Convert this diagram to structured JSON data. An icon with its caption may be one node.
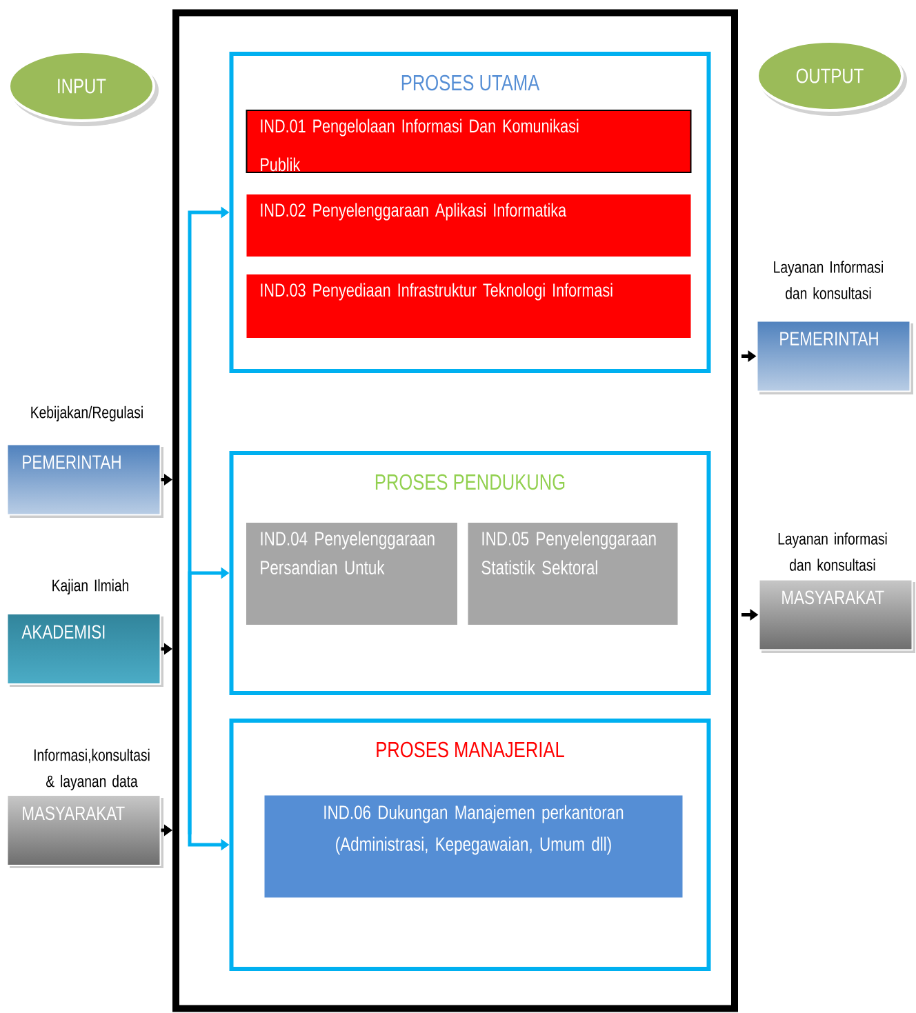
{
  "diagram": {
    "nodes": [
      {
        "text": [
          "INPUT"
        ]
      },
      {
        "text": [
          "OUTPUT"
        ]
      },
      {
        "text": [],
        "shape": "box"
      },
      {
        "text": [
          "PROSES UTAMA"
        ],
        "in": 2
      },
      {
        "text": [
          "IND.01 Pengelolaan Informasi Dan Komunikasi Publik"
        ],
        "in": 3
      },
      {
        "text": [
          "IND.02 Penyelenggaraan Aplikasi Informatika"
        ],
        "in": 3
      },
      {
        "text": [
          "IND.03 Penyediaan Infrastruktur Teknologi Informasi"
        ],
        "in": 3
      },
      {
        "text": [
          "PROSES PENDUKUNG"
        ],
        "in": 2
      },
      {
        "text": [
          "IND.04 Penyelenggaraan Persandian Untuk"
        ],
        "in": 7
      },
      {
        "text": [
          "IND.05 Penyelenggaraan Statistik Sektoral"
        ],
        "in": 7
      },
      {
        "text": [
          "PROSES MANAJERIAL"
        ],
        "in": 2
      },
      {
        "text": [
          "IND.06 Dukungan Manajemen perkantoran (Administrasi, Kepegawaian, Umum dll)"
        ],
        "in": 10
      },
      {
        "text": [
          "PEMERINTAH"
        ],
        "beside": [
          "Kebijakan/Regulasi"
        ]
      },
      {
        "text": [
          "AKADEMISI"
        ],
        "beside": [
          "Kajian Ilmiah"
        ]
      },
      {
        "text": [
          "MASYARAKAT"
        ],
        "beside": [
          "Informasi,konsultasi & layanan data"
        ]
      },
      {
        "text": [
          "PEMERINTAH"
        ],
        "beside": [
          "Layanan Informasi dan konsultasi"
        ]
      },
      {
        "text": [
          "MASYARAKAT"
        ],
        "beside": [
          "Layanan informasi dan konsultasi"
        ]
      }
    ],
    "edges": [
      {
        "from": 12,
        "to": 2,
        "arrow": "to"
      },
      {
        "from": 13,
        "to": 2,
        "arrow": "to"
      },
      {
        "from": 14,
        "to": 2,
        "arrow": "to"
      },
      {
        "from": null,
        "to": 3,
        "arrow": "to",
        "color": "#00b0f0"
      },
      {
        "from": null,
        "to": 7,
        "arrow": "to",
        "color": "#00b0f0"
      },
      {
        "from": null,
        "to": 10,
        "arrow": "to",
        "color": "#00b0f0"
      },
      {
        "from": 2,
        "to": 15,
        "arrow": "to"
      },
      {
        "from": 2,
        "to": 16,
        "arrow": "to"
      }
    ]
  }
}
